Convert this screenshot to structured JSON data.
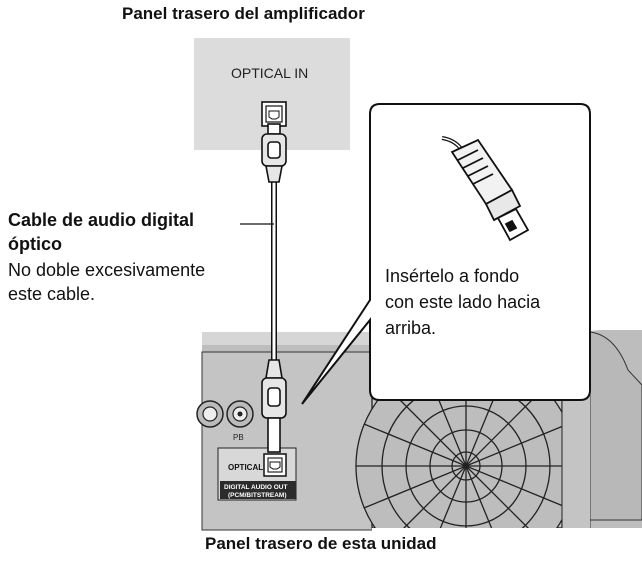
{
  "diagram": {
    "title_top": "Panel trasero del amplificador",
    "title_bottom": "Panel trasero de esta unidad",
    "amplifier": {
      "port_label": "OPTICAL IN"
    },
    "cable": {
      "label_line1": "Cable de audio digital",
      "label_line2": "óptico",
      "note_line1": "No doble excesivamente",
      "note_line2": "este cable."
    },
    "callout": {
      "line1": "Insértelo a fondo",
      "line2": "con este lado hacia",
      "line3": "arriba."
    },
    "unit": {
      "optical_label": "OPTICAL",
      "pb_label": "PB",
      "output_line1": "DIGITAL AUDIO OUT",
      "output_line2": "(PCM/BITSTREAM)"
    },
    "colors": {
      "panel_gray": "#cfcfcf",
      "unit_gray": "#c8c8c8",
      "amp_gray": "#dcdcdc",
      "line": "#111111"
    }
  }
}
